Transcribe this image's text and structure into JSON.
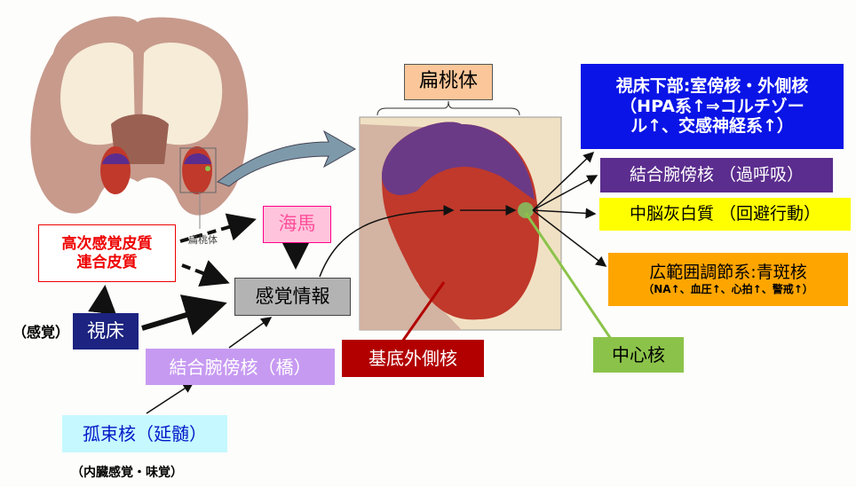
{
  "title_box": "扁桃体",
  "brain_label": "扁桃体",
  "outputs": {
    "hypothalamus": [
      "視床下部:室傍核・外側核",
      "（HPA系↑⇒コルチゾー",
      "ル↑、交感神経系↑）"
    ],
    "parabrachial_out": "結合腕傍核 （過呼吸）",
    "pag": "中脳灰白質 （回避行動）",
    "diffuse": {
      "line1": "広範囲調節系:青斑核",
      "line2": "（NA↑、血圧↑、心拍↑、警戒↑）"
    }
  },
  "central_nucleus": "中心核",
  "basolateral": "基底外側核",
  "hippocampus": "海馬",
  "cortex": {
    "line1": "高次感覚皮質",
    "line2": "連合皮質"
  },
  "sensory_info": "感覚情報",
  "thalamus": "視床",
  "sense_label": "（感覚）",
  "parabrachial_in": "結合腕傍核（橋）",
  "solitary": "孤束核（延髄）",
  "visceral_label": "（内臓感覚・味覚）",
  "colors": {
    "hypothalamus": "#0a14e6",
    "parabrachial_out": "#5b2d8e",
    "pag": "#ffff00",
    "diffuse": "#ffa500",
    "central": "#8bc34a",
    "basolateral": "#b20000",
    "hippocampus": "#ffc4dc",
    "sensory": "#b3b3b3",
    "thalamus": "#1c2380",
    "parabrachial_in": "#c79af2",
    "solitary": "#c6f8ff"
  }
}
